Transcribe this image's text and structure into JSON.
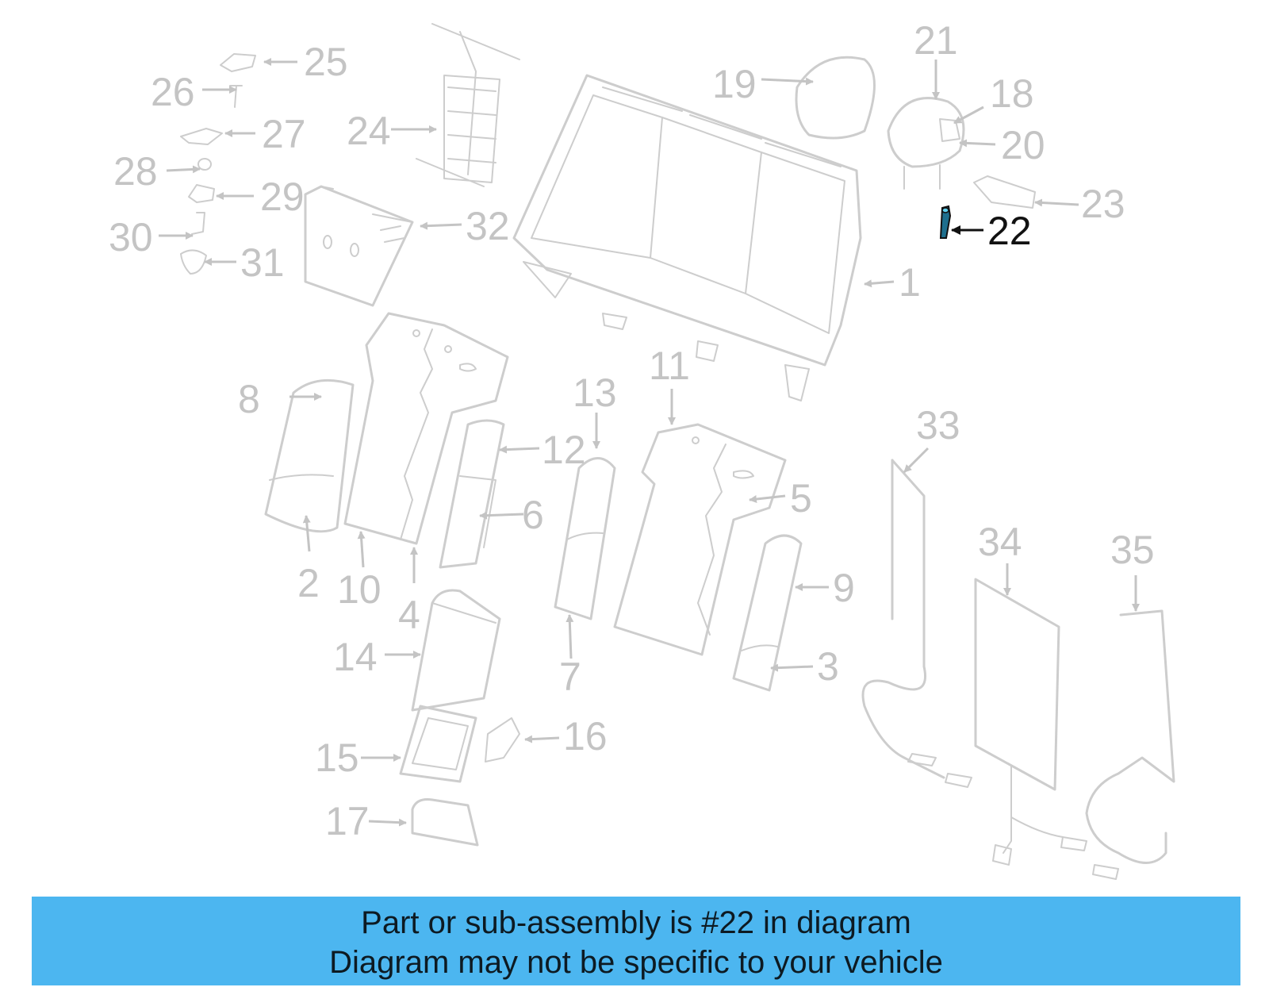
{
  "diagram": {
    "callouts": [
      "1",
      "2",
      "3",
      "4",
      "5",
      "6",
      "7",
      "8",
      "9",
      "10",
      "11",
      "12",
      "13",
      "14",
      "15",
      "16",
      "17",
      "18",
      "19",
      "20",
      "21",
      "22",
      "23",
      "24",
      "25",
      "26",
      "27",
      "28",
      "29",
      "30",
      "31",
      "32",
      "33",
      "34",
      "35"
    ],
    "highlighted": "22",
    "highlight_color": "#111111",
    "part_outline_color": "#cdcdcd",
    "label_color": "#c4c4c4"
  },
  "banner": {
    "line1": "Part or sub-assembly is #22 in diagram",
    "line2": "Diagram may not be specific to your vehicle",
    "background": "#4cb6f0"
  }
}
